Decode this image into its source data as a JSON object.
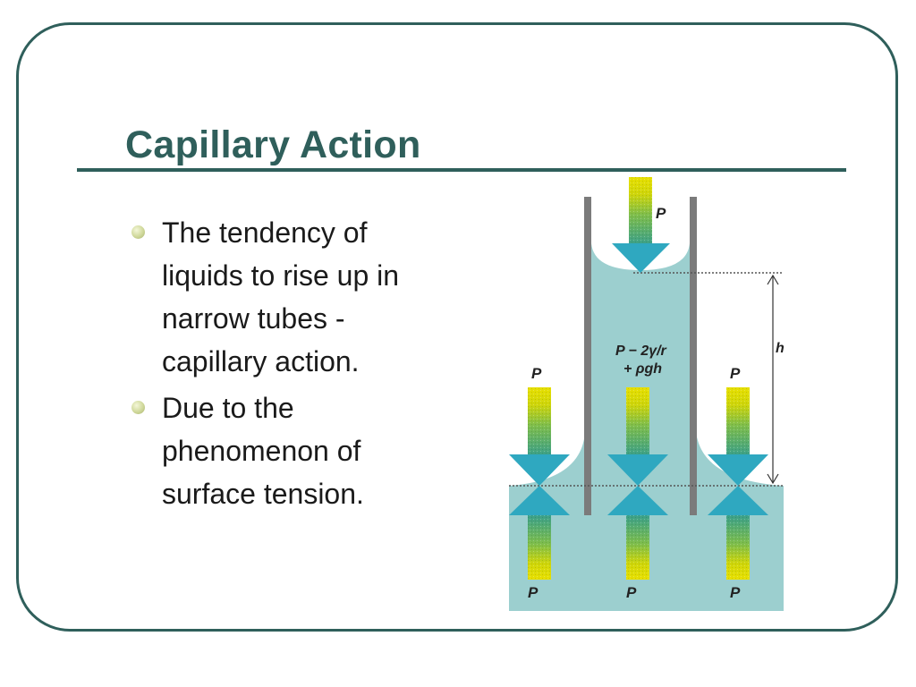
{
  "slide": {
    "title": "Capillary Action",
    "bullets": [
      {
        "lines": [
          "The tendency of",
          "liquids to rise up in",
          "narrow tubes  -",
          "capillary action."
        ]
      },
      {
        "lines": [
          "Due to the",
          "phenomenon of",
          "surface tension."
        ]
      }
    ]
  },
  "diagram": {
    "labels": {
      "p_top": "P",
      "p_left_top": "P",
      "p_right_top": "P",
      "p_left_bottom": "P",
      "p_mid_bottom": "P",
      "p_right_bottom": "P",
      "pressure_line1": "P − 2γ/r",
      "pressure_line2": "+ ρgh",
      "height": "h"
    },
    "colors": {
      "liquid": "#9ccfcf",
      "tube_wall": "#7b7b7b",
      "arrow_head": "#2fa8c0",
      "arrow_yellow": "#e8e000",
      "arrow_green": "#3aa08a",
      "accent": "#2f5f5b"
    }
  }
}
